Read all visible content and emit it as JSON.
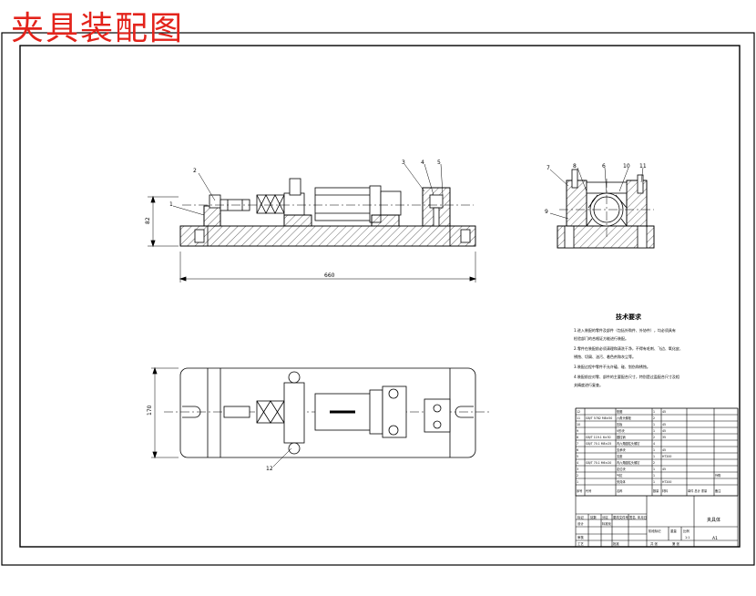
{
  "title": "夹具装配图",
  "dimensions": {
    "front_height": "82",
    "front_length": "660",
    "plan_width": "170"
  },
  "balloons": {
    "front_view": [
      "1",
      "2",
      "3",
      "4",
      "5"
    ],
    "side_view": [
      "7",
      "8",
      "6",
      "10",
      "11",
      "9"
    ],
    "plan_view": [
      "12"
    ]
  },
  "technical_requirements": {
    "heading": "技术要求",
    "lines": [
      "1.进入装配的零件及部件（包括外购件、外协件），均必须具有",
      "检验部门的合格证方能进行装配。",
      "2.零件在装配前必须清理和清洗干净，不得有毛刺、飞边、氧化皮、",
      "锈蚀、切屑、油污、着色剂和灰尘等。",
      "3.装配过程中零件不允许磕、碰、划伤和锈蚀。",
      "4.装配前应对零、部件的主要配合尺寸，特别是过盈配合尺寸及相",
      "关精度进行复查。"
    ]
  },
  "bom": {
    "header": [
      "序号",
      "代号",
      "名称",
      "数量",
      "材料",
      "单件 总计 重量",
      "备注"
    ],
    "rows": [
      [
        "12",
        "",
        "垫圈",
        "1",
        "45",
        ""
      ],
      [
        "11",
        "GB/T 5782 M8×50",
        "六角头螺栓",
        "2",
        "",
        ""
      ],
      [
        "10",
        "",
        "压板",
        "1",
        "45",
        ""
      ],
      [
        "9",
        "",
        "V形块",
        "1",
        "45",
        ""
      ],
      [
        "8",
        "GB/T 119.1 6×30",
        "圆柱销",
        "2",
        "35",
        ""
      ],
      [
        "7",
        "GB/T 70.1 M8×25",
        "内六角圆柱头螺钉",
        "4",
        "",
        ""
      ],
      [
        "6",
        "",
        "支承块",
        "1",
        "45",
        ""
      ],
      [
        "5",
        "",
        "支座",
        "1",
        "HT200",
        ""
      ],
      [
        "4",
        "GB/T 70.1 M6×20",
        "内六角圆柱头螺钉",
        "2",
        "",
        ""
      ],
      [
        "3",
        "",
        "定位块",
        "1",
        "45",
        ""
      ],
      [
        "2",
        "",
        "气缸",
        "1",
        "",
        "外购"
      ],
      [
        "1",
        "",
        "夹具体",
        "1",
        "HT200",
        ""
      ]
    ]
  },
  "title_block": {
    "labels": [
      "标记",
      "处数",
      "分区",
      "更改文件号",
      "签名",
      "年月日",
      "设计",
      "标准化",
      "审核",
      "工艺",
      "批准",
      "阶段标记",
      "重量",
      "比例",
      "共 张",
      "第 张"
    ],
    "drawing_name": "夹具体",
    "scale": "1:1",
    "sheet": "A1"
  }
}
